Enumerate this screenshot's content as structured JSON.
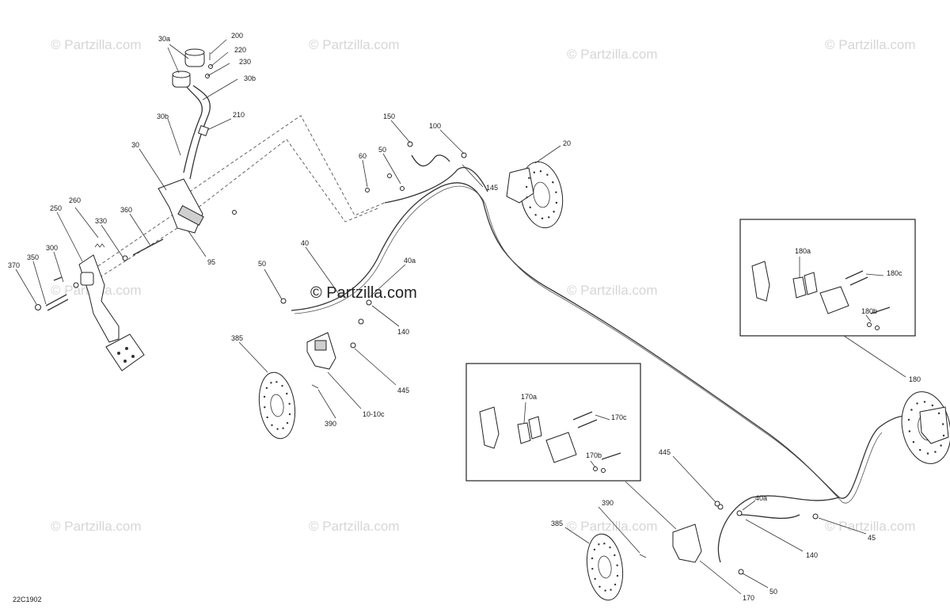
{
  "diagram_code": "22C1902",
  "watermark": {
    "text": "© Partzilla.com",
    "center_text": "© Partzilla.com"
  },
  "callouts": {
    "c30a": "30a",
    "c200": "200",
    "c220": "220",
    "c230": "230",
    "c30b_top": "30b",
    "c30b": "30b",
    "c210": "210",
    "c30": "30",
    "c250": "250",
    "c260": "260",
    "c330": "330",
    "c360": "360",
    "c300": "300",
    "c370": "370",
    "c350": "350",
    "c95": "95",
    "c150": "150",
    "c100": "100",
    "c20": "20",
    "c60": "60",
    "c50_top": "50",
    "c145": "145",
    "c40": "40",
    "c50_mid": "50",
    "c40a_top": "40a",
    "c140_mid": "140",
    "c385_left": "385",
    "c445_mid": "445",
    "c10": "10-10c",
    "c390_left": "390",
    "c180a": "180a",
    "c180c": "180c",
    "c180b": "180b",
    "c180": "180",
    "c170a": "170a",
    "c170c": "170c",
    "c170b": "170b",
    "c445_bottom": "445",
    "c40a_bottom": "40a",
    "c390_bottom": "390",
    "c385_bottom": "385",
    "c140_bottom": "140",
    "c45": "45",
    "c170": "170",
    "c50_bottom": "50"
  }
}
